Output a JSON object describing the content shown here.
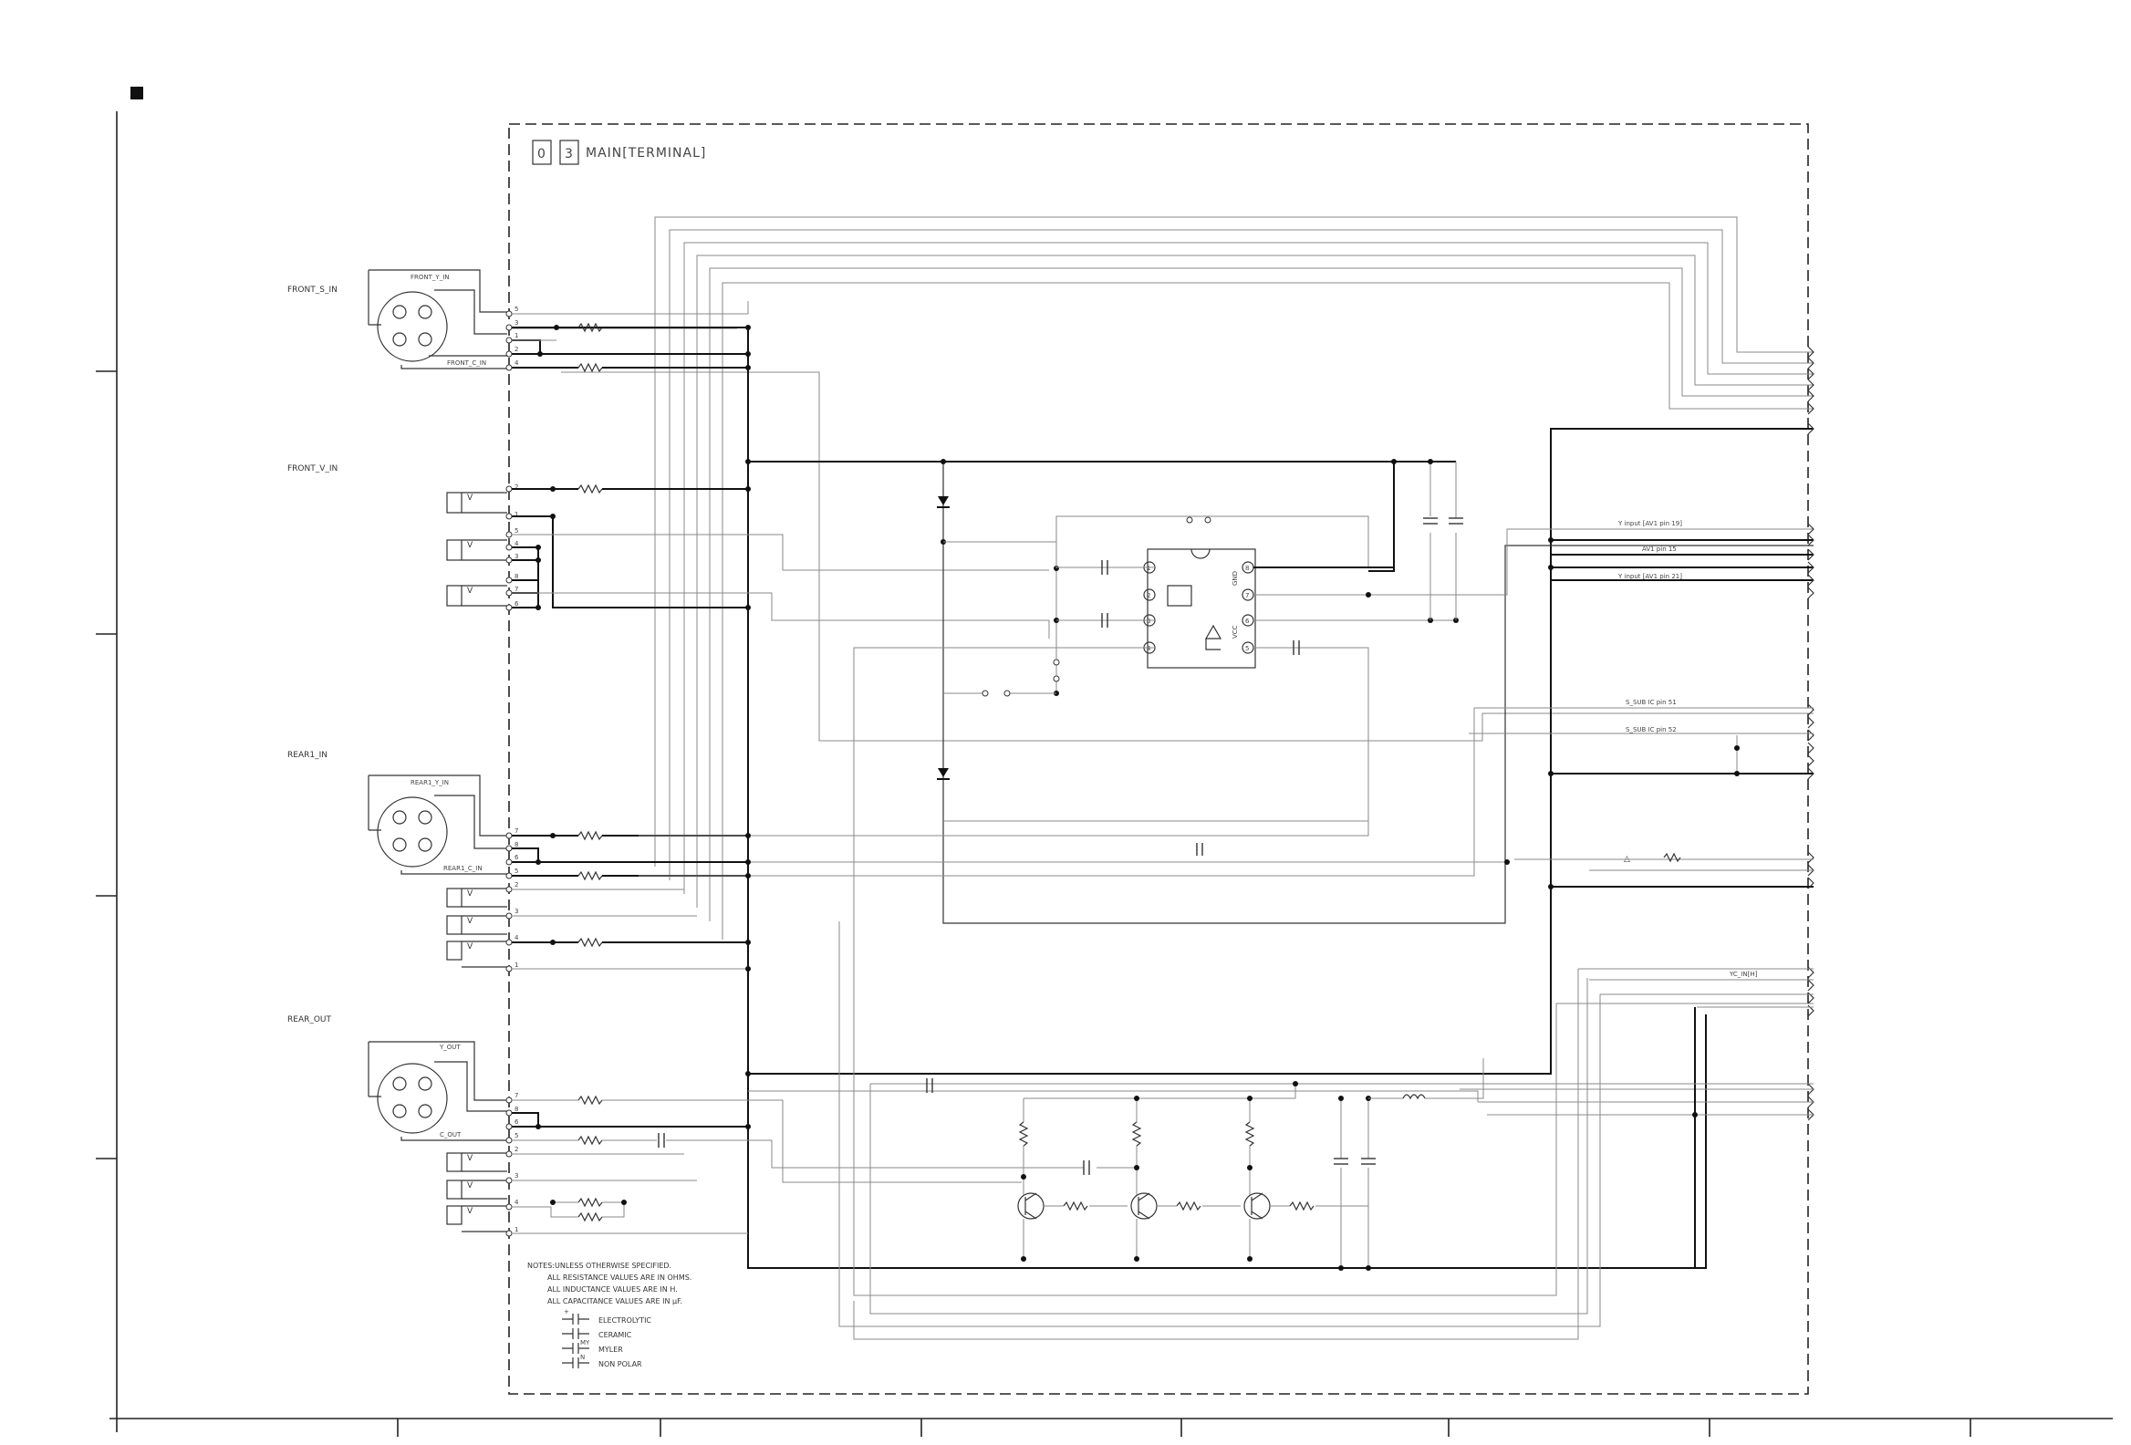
{
  "section_marker": "■",
  "title": {
    "box1": "0",
    "box2": "3",
    "text": "MAIN[TERMINAL]"
  },
  "connectors": {
    "front_s_in": "FRONT_S_IN",
    "front_y_in": "FRONT_Y_IN",
    "front_c_in": "FRONT_C_IN",
    "front_v_in": "FRONT_V_IN",
    "rear1_in": "REAR1_IN",
    "rear1_y_in": "REAR1_Y_IN",
    "rear1_c_in": "REAR1_C_IN",
    "rear_out": "REAR_OUT",
    "y_out": "Y_OUT",
    "c_out": "C_OUT"
  },
  "pins": {
    "front_s": [
      "5",
      "3",
      "1",
      "2",
      "4"
    ],
    "front_v": [
      "2",
      "1",
      "5",
      "4",
      "3",
      "8",
      "7",
      "6"
    ],
    "rear1_s": [
      "7",
      "8",
      "6",
      "5",
      "2",
      "3",
      "4",
      "1"
    ],
    "rear_out": [
      "7",
      "8",
      "6",
      "5",
      "2",
      "3",
      "4",
      "1"
    ]
  },
  "jack_mark": "V",
  "ic_pins": {
    "p1": "1",
    "p2": "2",
    "p3": "3",
    "p4": "4",
    "p5": "5",
    "p6": "6",
    "p7": "7",
    "p8": "8",
    "gnd": "GND",
    "vcc": "VCC"
  },
  "outputs": {
    "y_input_19": "Y input [AV1 pin 19]",
    "av1_pin15": "AV1 pin 15",
    "y_input_21": "Y input [AV1 pin 21]",
    "s_sub_51": "S_SUB IC pin 51",
    "s_sub_52": "S_SUB IC pin 52",
    "yc_in": "YC_IN[H]"
  },
  "warning_mark": "△",
  "notes": {
    "line1": "NOTES:UNLESS OTHERWISE SPECIFIED.",
    "line2": "ALL RESISTANCE VALUES ARE IN OHMS.",
    "line3": "ALL INDUCTANCE VALUES ARE IN H.",
    "line4": "ALL CAPACITANCE VALUES ARE IN µF.",
    "legend": [
      {
        "symbol": "electrolytic",
        "label": "ELECTROLYTIC"
      },
      {
        "symbol": "ceramic",
        "label": "CERAMIC"
      },
      {
        "symbol": "myler",
        "mark": "MY",
        "label": "MYLER"
      },
      {
        "symbol": "non-polar",
        "mark": "N",
        "label": "NON POLAR"
      }
    ]
  }
}
